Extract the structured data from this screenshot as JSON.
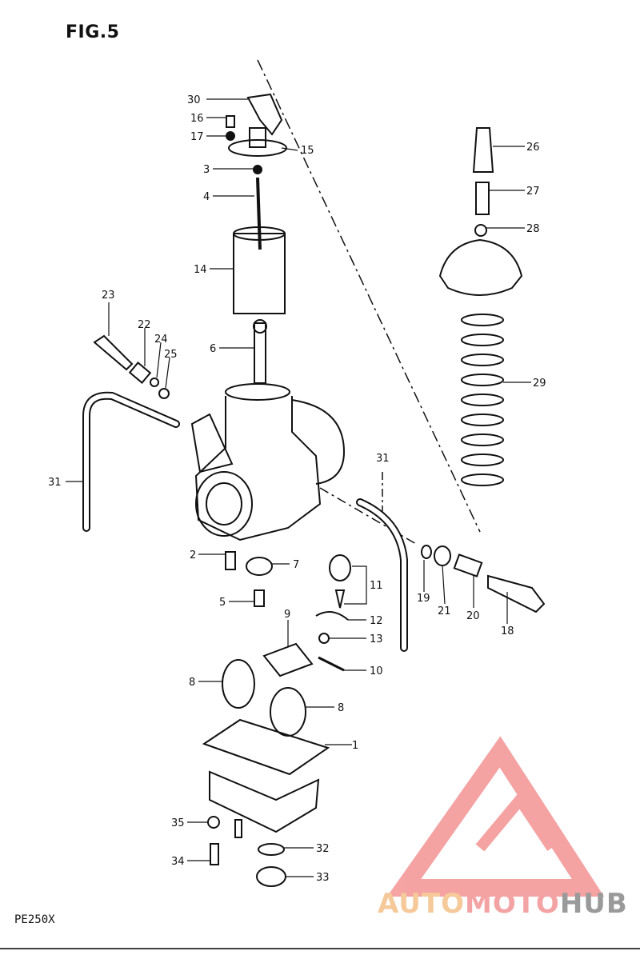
{
  "figure": {
    "title": "FIG.5",
    "model": "PE250X"
  },
  "watermark": {
    "brand_part1": "AUTO",
    "brand_part2": "MOTO",
    "brand_part3": "HUB",
    "colors": {
      "triangle": "#f28c8c",
      "auto": "#f5c999",
      "moto": "#f3a3a3",
      "hub": "#9a9a9a"
    }
  },
  "callouts": [
    "30",
    "16",
    "17",
    "15",
    "3",
    "4",
    "14",
    "6",
    "23",
    "22",
    "24",
    "25",
    "31",
    "2",
    "7",
    "5",
    "11",
    "12",
    "13",
    "9",
    "10",
    "8",
    "1",
    "35",
    "34",
    "32",
    "33",
    "26",
    "27",
    "28",
    "29",
    "19",
    "21",
    "20",
    "18"
  ]
}
